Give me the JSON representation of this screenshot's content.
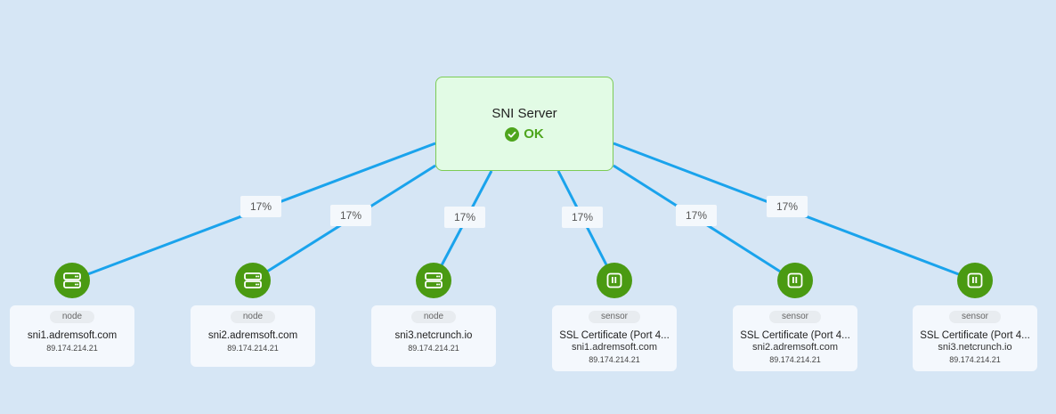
{
  "root": {
    "title": "SNI Server",
    "status": "OK",
    "status_icon": "check-circle-icon",
    "status_color": "#4ea51d"
  },
  "link_color": "#1aa3ec",
  "children": [
    {
      "kind": "node",
      "icon": "server-icon",
      "share": "17%",
      "title": "sni1.adremsoft.com",
      "ip": "89.174.214.21"
    },
    {
      "kind": "node",
      "icon": "server-icon",
      "share": "17%",
      "title": "sni2.adremsoft.com",
      "ip": "89.174.214.21"
    },
    {
      "kind": "node",
      "icon": "server-icon",
      "share": "17%",
      "title": "sni3.netcrunch.io",
      "ip": "89.174.214.21"
    },
    {
      "kind": "sensor",
      "icon": "sensor-icon",
      "share": "17%",
      "title": "SSL Certificate (Port 4...",
      "host": "sni1.adremsoft.com",
      "ip": "89.174.214.21"
    },
    {
      "kind": "sensor",
      "icon": "sensor-icon",
      "share": "17%",
      "title": "SSL Certificate (Port 4...",
      "host": "sni2.adremsoft.com",
      "ip": "89.174.214.21"
    },
    {
      "kind": "sensor",
      "icon": "sensor-icon",
      "share": "17%",
      "title": "SSL Certificate (Port 4...",
      "host": "sni3.netcrunch.io",
      "ip": "89.174.214.21"
    }
  ]
}
